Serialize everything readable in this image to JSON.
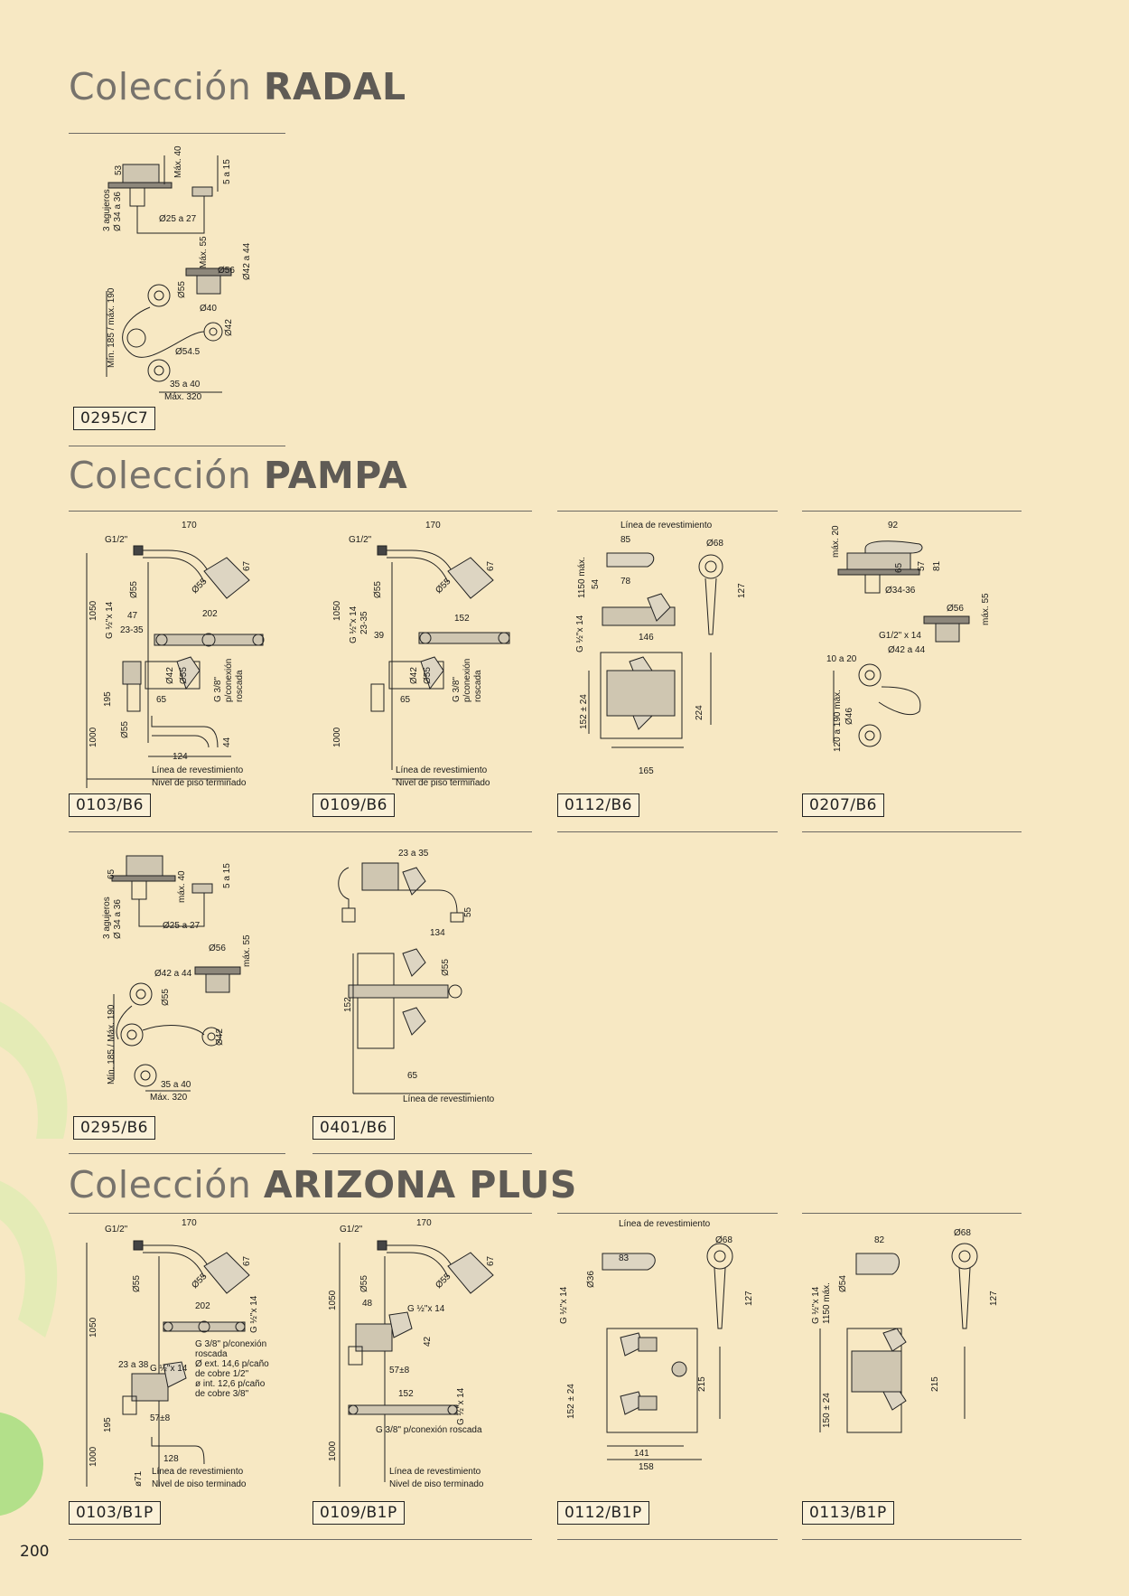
{
  "page_number": "200",
  "sections": {
    "radal": {
      "prefix": "Colección",
      "brand": "RADAL"
    },
    "pampa": {
      "prefix": "Colección",
      "brand": "PAMPA"
    },
    "arizona": {
      "prefix": "Colección",
      "brand": "ARIZONA PLUS"
    }
  },
  "products": {
    "r1": {
      "code": "0295/C7"
    },
    "p1": {
      "code": "0103/B6"
    },
    "p2": {
      "code": "0109/B6"
    },
    "p3": {
      "code": "0112/B6"
    },
    "p4": {
      "code": "0207/B6"
    },
    "p5": {
      "code": "0295/B6"
    },
    "p6": {
      "code": "0401/B6"
    },
    "a1": {
      "code": "0103/B1P"
    },
    "a2": {
      "code": "0109/B1P"
    },
    "a3": {
      "code": "0112/B1P"
    },
    "a4": {
      "code": "0113/B1P"
    }
  },
  "labels": {
    "maxi40": "Máx. 40",
    "maxm40": "máx. 40",
    "s53": "53",
    "s65": "65",
    "s5a15": "5 a 15",
    "holes_a": "3 agujeros",
    "holes_b": "Ø 34 a 36",
    "d25": "Ø25 a 27",
    "maxi55": "Máx. 55",
    "maxm55": "máx. 55",
    "d4244": "Ø42 a 44",
    "d56": "Ø56",
    "d55": "Ø55",
    "d40": "Ø40",
    "d42": "Ø42",
    "d545": "Ø54.5",
    "min185": "Mín. 185 / máx. 190",
    "min185b": "Mín. 185 / Máx. 190",
    "s3540": "35 a 40",
    "max320": "Máx. 320",
    "g12": "G1/2\"",
    "s170": "170",
    "s67": "67",
    "s1050": "1050",
    "g12x14": "G ½\"x 14",
    "s47": "47",
    "s202": "202",
    "s2335": "23-35",
    "g38a": "G 3/8\"",
    "g38b": "p/conexión",
    "g38c": "roscada",
    "s195": "195",
    "s1000": "1000",
    "s124": "124",
    "s44": "44",
    "revest": "Línea de revestimiento",
    "piso": "Nivel de piso terminado",
    "s152": "152",
    "s39": "39",
    "s85": "85",
    "d68": "Ø68",
    "s1150": "1150 máx.",
    "s54": "54",
    "s78": "78",
    "s127": "127",
    "s146": "146",
    "s15224": "152 ± 24",
    "s224": "224",
    "s165": "165",
    "s92": "92",
    "max20": "máx. 20",
    "s57": "57",
    "s81": "81",
    "d3436": "Ø34-36",
    "g12x14b": "G1/2\" x 14",
    "d4244b": "Ø42 a 44",
    "s10a20": "10 a 20",
    "s120190": "120 a 190 máx.",
    "d46": "Ø46",
    "s2335b": "23 a 35",
    "s55": "55",
    "s134": "134",
    "s2338": "23 a 38",
    "s578": "57±8",
    "s128": "128",
    "d71": "ø71",
    "s48": "48",
    "s42": "42",
    "a_g38a": "G 3/8\" p/conexión",
    "a_g38b": "roscada",
    "a_g38c": "Ø ext. 14,6 p/caño",
    "a_g38d": "de cobre 1/2\"",
    "a_g38e": "ø int. 12,6 p/caño",
    "a_g38f": "de cobre 3/8\"",
    "a_g38line": "G 3/8\" p/conexión roscada",
    "d36": "Ø36",
    "s83": "83",
    "s215": "215",
    "s141": "141",
    "s158": "158",
    "s82": "82",
    "d54": "Ø54",
    "s15024": "150 ± 24"
  }
}
